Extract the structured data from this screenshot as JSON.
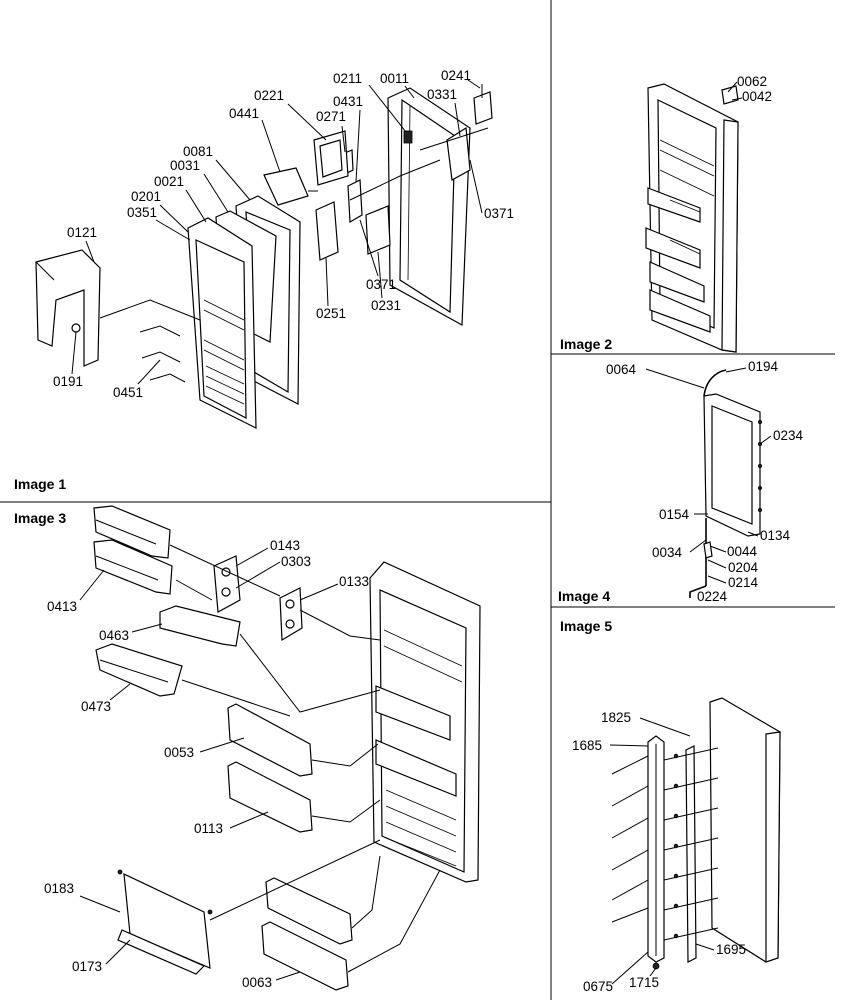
{
  "panels": {
    "p1": {
      "title": "Image 1"
    },
    "p2": {
      "title": "Image 2"
    },
    "p3": {
      "title": "Image 3"
    },
    "p4": {
      "title": "Image 4"
    },
    "p5": {
      "title": "Image 5"
    }
  },
  "callouts": {
    "p1": [
      "0241",
      "0011",
      "0211",
      "0331",
      "0431",
      "0271",
      "0221",
      "0441",
      "0081",
      "0031",
      "0021",
      "0201",
      "0351",
      "0121",
      "0371",
      "0371",
      "0251",
      "0231",
      "0191",
      "0451"
    ],
    "p2": [
      "0062",
      "0042"
    ],
    "p3": [
      "0143",
      "0303",
      "0133",
      "0413",
      "0463",
      "0473",
      "0053",
      "0113",
      "0183",
      "0173",
      "0063"
    ],
    "p4": [
      "0064",
      "0194",
      "0234",
      "0154",
      "0134",
      "0034",
      "0044",
      "0204",
      "0214",
      "0224"
    ],
    "p5": [
      "1825",
      "1685",
      "1695",
      "0675",
      "1715"
    ]
  }
}
